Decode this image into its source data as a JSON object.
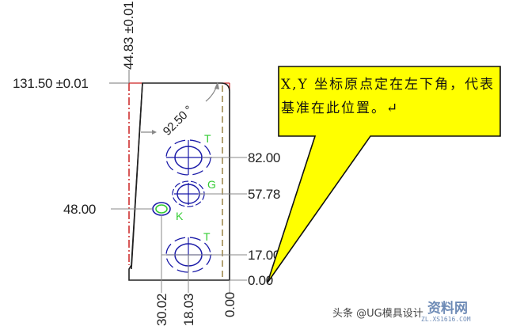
{
  "drawing": {
    "dimensions": {
      "top_vertical": "44.83 ±0.01",
      "top_left_horizontal": "131.50 ±0.01",
      "angle": "92.50 °",
      "right_y": [
        "82.00",
        "57.78",
        "17.00",
        "0.00"
      ],
      "left_y": "48.00",
      "bottom_x": [
        "30.02",
        "18.03",
        "0.00"
      ]
    },
    "hole_labels": [
      "T",
      "G",
      "K",
      "T"
    ],
    "colors": {
      "outline": "#222222",
      "hole": "#1a1aa8",
      "label": "#33cc33",
      "centerline_red": "#cc2222",
      "dashed_tan": "#a08a50",
      "callout_fill": "#ffff00"
    }
  },
  "callout": {
    "text": "X,Y 坐标原点定在左下角，代表基准在此位置。↵"
  },
  "watermark": {
    "source": "头条 @UG模具设计",
    "logo": "资料网",
    "sub": "ZL.XS1616.COM"
  }
}
